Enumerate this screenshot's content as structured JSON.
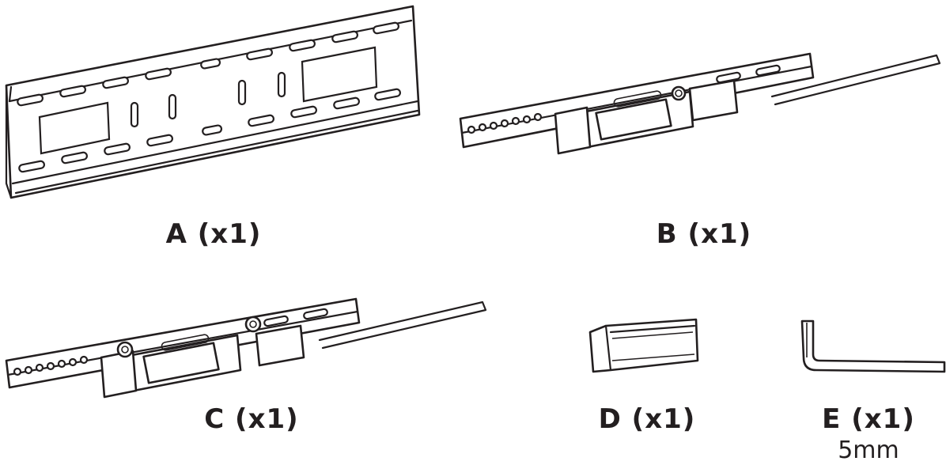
{
  "parts": [
    {
      "id": "A",
      "label": "A (x1)"
    },
    {
      "id": "B",
      "label": "B (x1)"
    },
    {
      "id": "C",
      "label": "C (x1)"
    },
    {
      "id": "D",
      "label": "D (x1)"
    },
    {
      "id": "E",
      "label": "E (x1)",
      "sublabel": "5mm"
    }
  ]
}
